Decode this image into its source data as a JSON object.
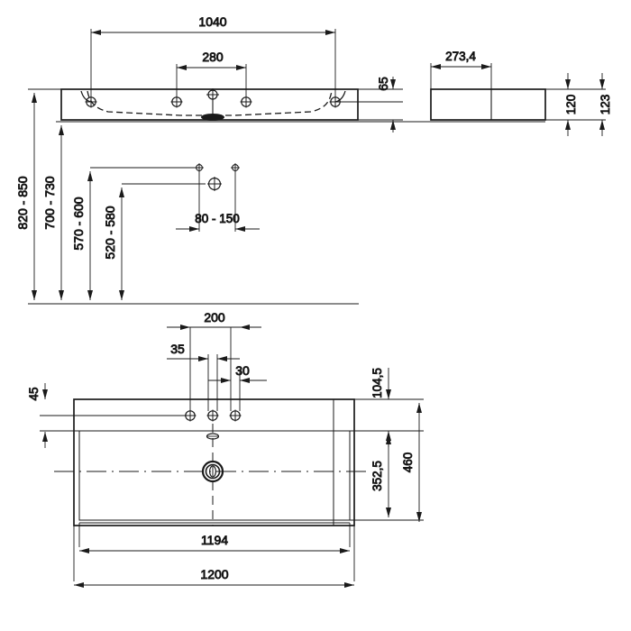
{
  "drawing": {
    "type": "technical-drawing",
    "subject": "washbasin",
    "units": "mm",
    "views": [
      {
        "name": "front-elevation",
        "position": "top-left"
      },
      {
        "name": "side-elevation",
        "position": "top-right"
      },
      {
        "name": "installation-heights",
        "position": "middle-left"
      },
      {
        "name": "plan-view",
        "position": "bottom"
      }
    ]
  },
  "front_elevation": {
    "dim_overall_holes": "1040",
    "dim_tap_spacing": "280",
    "dim_depth": "65"
  },
  "side_elevation": {
    "dim_width": "273,4",
    "dim_inner_height": "120",
    "dim_outer_height": "123"
  },
  "install_heights": {
    "dim_total": "820 - 850",
    "dim_rim": "700 - 730",
    "dim_mid": "570 - 600",
    "dim_low": "520 - 580",
    "dim_offset": "80 - 150"
  },
  "plan_view": {
    "dim_hole_span": "200",
    "dim_hole_left": "35",
    "dim_hole_right": "30",
    "dim_rear_edge": "45",
    "dim_side_offset": "104,5",
    "dim_drain_center": "352,5",
    "dim_depth": "460",
    "dim_inner_width": "1194",
    "dim_overall_width": "1200"
  },
  "colors": {
    "line": "#1a1a1a",
    "background": "#ffffff"
  }
}
